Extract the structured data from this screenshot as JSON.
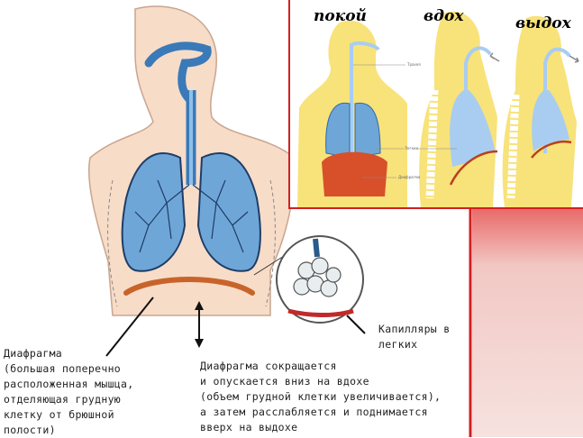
{
  "inset": {
    "titles": [
      "покой",
      "вдох",
      "выдох"
    ],
    "labels": [
      "Трахея",
      "Легкие",
      "Диафрагма"
    ]
  },
  "captions": {
    "diaphragm": "Диафрагма\n(большая поперечно\nрасположенная мышца,\nотделяющая грудную\nклетку от брюшной\nполости)",
    "movement": "Диафрагма сокращается\nи опускается вниз на вдохе\n(объем грудной клетки увеличивается),\nа затем расслабляется и поднимается\nвверх на выдохе",
    "capillaries": "Капилляры в\nлегких"
  },
  "colors": {
    "frame": "#d02020",
    "skin": "#f7dcc8",
    "lung_blue": "#6fa6d8",
    "diaphragm": "#c8642a",
    "inset_body": "#f8e27a",
    "inset_lung": "#a9cdf0"
  }
}
